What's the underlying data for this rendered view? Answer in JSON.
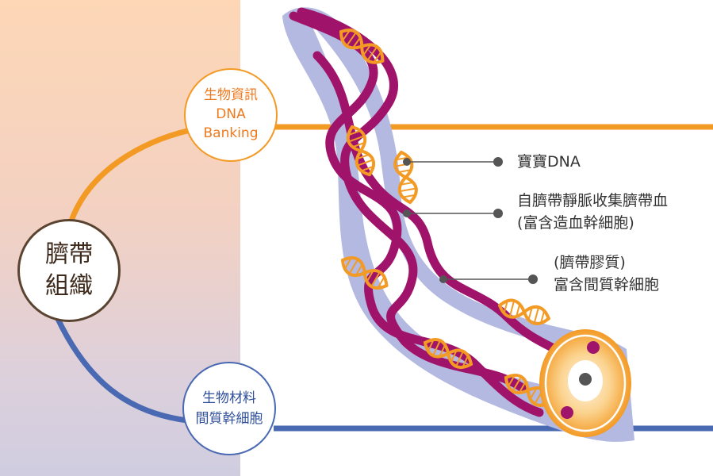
{
  "hub": {
    "lines": [
      "臍帶",
      "組織"
    ]
  },
  "bio_info": {
    "lines": [
      "生物資訊",
      "DNA",
      "Banking"
    ]
  },
  "bio_material": {
    "lines": [
      "生物材料",
      "間質幹細胞"
    ]
  },
  "callouts": [
    {
      "lines": [
        "寶寶DNA"
      ]
    },
    {
      "lines": [
        "自臍帶靜脈收集臍帶血",
        "(富含造血幹細胞)"
      ]
    },
    {
      "lines": [
        "(臍帶膠質)",
        "富含間質幹細胞"
      ]
    }
  ],
  "colors": {
    "orange_line": "#f39a25",
    "blue_line": "#4a69b3",
    "hub_border": "#5a4431",
    "cord_body": "#b3b9e0",
    "vessel": "#a0136b",
    "dna": "#f39a25",
    "callout_line": "#555555"
  },
  "icons": [
    "dna-helix-icon"
  ]
}
